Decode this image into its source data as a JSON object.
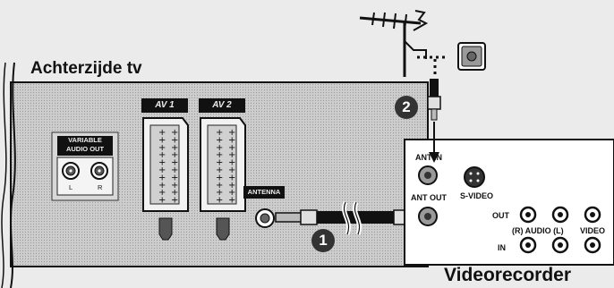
{
  "tv": {
    "title": "Achterzijde tv",
    "variable_audio_out": "VARIABLE\nAUDIO OUT",
    "audio_l": "L",
    "audio_r": "R",
    "av1": "AV 1",
    "av2": "AV 2",
    "antenna": "ANTENNA"
  },
  "vcr": {
    "title": "Videorecorder",
    "ant_in": "ANT IN",
    "ant_out": "ANT OUT",
    "s_video": "S-VIDEO",
    "out": "OUT",
    "in": "IN",
    "audio": "(R) AUDIO (L)",
    "video": "VIDEO"
  },
  "steps": [
    "1",
    "2"
  ],
  "colors": {
    "background": "#ebebeb",
    "tv_panel": "#c8c8c8",
    "vcr_panel": "#ffffff",
    "outline": "#111111",
    "badge": "#333333"
  },
  "icons": [
    "antenna-icon",
    "wall-socket-icon",
    "cable-plug-icon",
    "scart-socket-icon",
    "rca-jack-icon",
    "arrow-down-icon"
  ]
}
